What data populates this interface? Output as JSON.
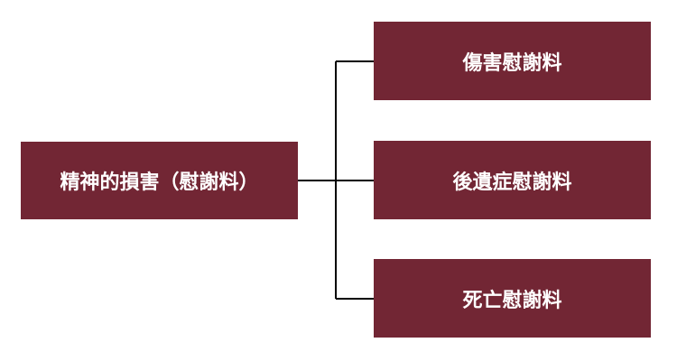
{
  "diagram": {
    "root": {
      "label": "精神的損害（慰謝料）"
    },
    "children": [
      {
        "label": "傷害慰謝料"
      },
      {
        "label": "後遺症慰謝料"
      },
      {
        "label": "死亡慰謝料"
      }
    ]
  },
  "colors": {
    "box_fill": "#722634",
    "box_text": "#ffffff",
    "connector": "#000000",
    "background": "#ffffff"
  }
}
